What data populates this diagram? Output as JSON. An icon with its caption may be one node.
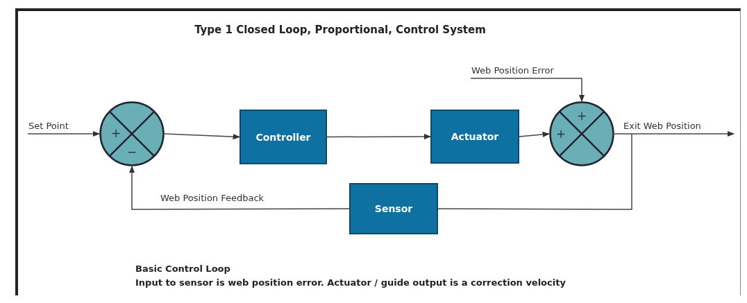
{
  "diagram": {
    "title": "Type 1 Closed Loop, Proportional, Control System",
    "nodes": [
      {
        "text": [
          "+",
          "−"
        ]
      },
      {
        "text": [
          "Controller"
        ]
      },
      {
        "text": [
          "Actuator"
        ]
      },
      {
        "text": [
          "+",
          "+"
        ]
      },
      {
        "text": [
          "Sensor"
        ]
      }
    ],
    "edges": [
      {
        "from": null,
        "to": 0,
        "arrow": "to",
        "label": "Set Point"
      },
      {
        "from": 0,
        "to": 1,
        "arrow": "to"
      },
      {
        "from": 1,
        "to": 2,
        "arrow": "to"
      },
      {
        "from": 2,
        "to": 3,
        "arrow": "to"
      },
      {
        "from": null,
        "to": 3,
        "arrow": "to",
        "label": "Web Position Error"
      },
      {
        "from": 3,
        "to": null,
        "arrow": "to",
        "label": "Exit Web Position"
      },
      {
        "from": 3,
        "to": 4,
        "arrow": "none"
      },
      {
        "from": 4,
        "to": 0,
        "arrow": "to",
        "label": "Web Position Feedback"
      }
    ],
    "labels": [
      "Basic Control Loop",
      "Input to sensor is web position error. Actuator / guide output is a correction velocity"
    ]
  }
}
